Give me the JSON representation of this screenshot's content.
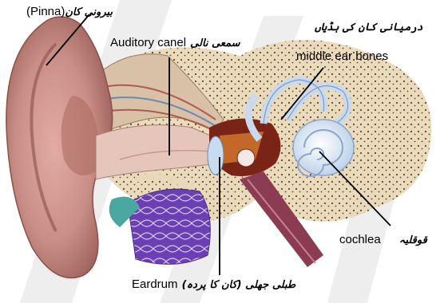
{
  "labels": {
    "pinna": {
      "urdu": "بیرونی کان",
      "english": "(Pinna)"
    },
    "canal": {
      "english": "Auditory canel",
      "urdu": "سمعی نالی"
    },
    "bones": {
      "urdu": "درمیانی کان کی ہڈیاں",
      "english": "middle ear bones"
    },
    "cochlea": {
      "english": "cochlea",
      "urdu": "قوقلیہ"
    },
    "eardrum": {
      "english": "Eardrum",
      "urdu": "طبلی جھلی (کان کا پردہ)"
    }
  },
  "colors": {
    "skin": "#c98f86",
    "skin_dark": "#8a4f49",
    "bone": "#e8d9b8",
    "bone_spots": "#5b3a20",
    "canal_red": "#7a2418",
    "cochlea": "#cfe0f2",
    "purple": "#6d3fb5",
    "teal": "#4aa8a0",
    "watermark": "#e9e9e9"
  }
}
